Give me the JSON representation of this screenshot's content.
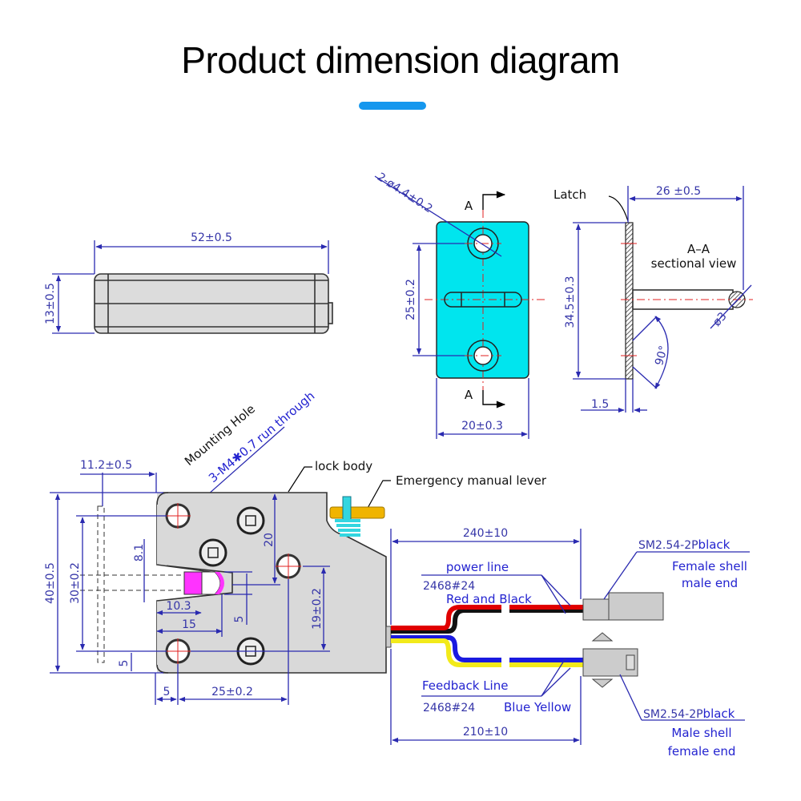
{
  "title": "Product dimension diagram",
  "colors": {
    "accent_bar": "#1597ee",
    "dimension_line": "#2a2ab0",
    "plate_fill": "#00e5ee",
    "body_fill": "#d9d9d9",
    "bolt_fill": "#ff33ff",
    "lever": "#f0b400",
    "spring": "#33d6e0",
    "wire_power_a": "#e00000",
    "wire_power_b": "#111111",
    "wire_feedback_a": "#1a1ae0",
    "wire_feedback_b": "#f2ea1a"
  },
  "top_view": {
    "width_dim": "52±0.5",
    "height_dim": "13±0.5"
  },
  "plate_view": {
    "hole_dim": "2-ø4.4±0.2",
    "hole_spacing_dim": "25±0.2",
    "width_dim": "20±0.3",
    "section_marker_top": "A",
    "section_marker_bottom": "A"
  },
  "section_view": {
    "latch_label": "Latch",
    "length_dim": "26 ±0.5",
    "section_title": "A–A",
    "section_subtitle": "sectional view",
    "height_dim": "34.5±0.3",
    "pin_diameter_dim": "ø3",
    "angle_dim": "90°",
    "thickness_dim": "1.5"
  },
  "front_view": {
    "mounting_hole_label": "Mounting Hole",
    "thread_label_a": "3-M4✱0.7",
    "thread_label_b": "run through",
    "offset_dim": "11.2±0.5",
    "lock_body_label": "lock body",
    "lever_label": "Emergency manual lever",
    "height_dim": "40±0.5",
    "hole_pitch_dim": "30±0.2",
    "slot_dim": "8.1",
    "bolt_depth_dim": "10.3",
    "bolt_length_dim": "15",
    "bolt_width_dim": "5",
    "center_height_dim": "20",
    "hole_vertical_dim": "19±0.2",
    "edge_offset_y_dim": "5",
    "edge_offset_x_dim": "5",
    "hole_horizontal_dim": "25±0.2"
  },
  "wiring": {
    "power_length_dim": "240±10",
    "power_label": "power line",
    "power_spec": "2468#24",
    "power_colors": "Red and Black",
    "power_connector_spec": "SM2.54-2P",
    "power_connector_color": "black",
    "power_connector_desc_1": "Female shell",
    "power_connector_desc_2": "male end",
    "feedback_label": "Feedback Line",
    "feedback_spec": "2468#24",
    "feedback_colors": "Blue Yellow",
    "feedback_length_dim": "210±10",
    "feedback_connector_spec": "SM2.54-2P",
    "feedback_connector_color": "black",
    "feedback_connector_desc_1": "Male shell",
    "feedback_connector_desc_2": "female end"
  }
}
